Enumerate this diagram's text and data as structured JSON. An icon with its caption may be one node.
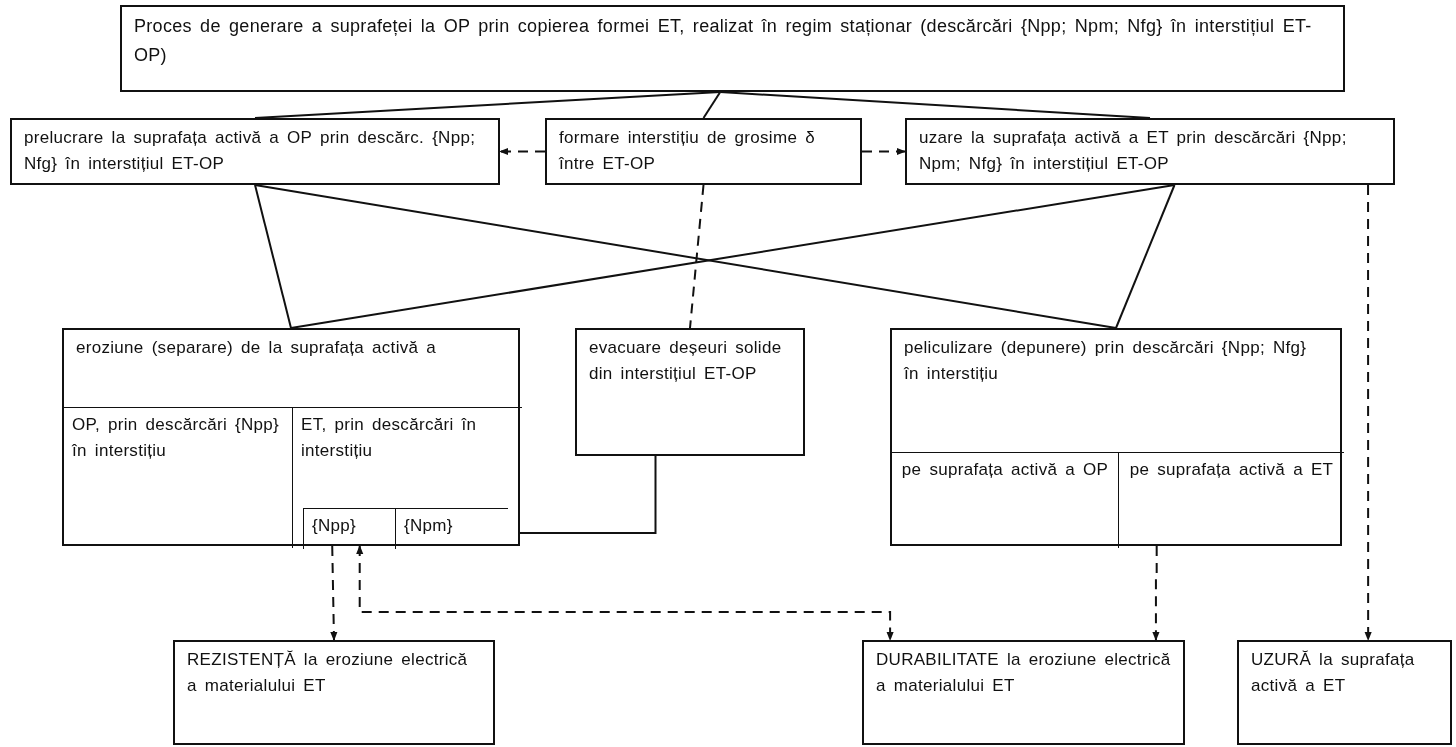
{
  "diagram": {
    "nodes": [
      {
        "text": [
          "Proces de generare a suprafeței la OP prin copierea formei ET, realizat în regim staționar (descărcări {Npp; Npm; Nfg} în interstițiul ET-OP)"
        ]
      },
      {
        "text": [
          "prelucrare la suprafața activă a OP prin descărc. {Npp; Nfg} în interstițiul ET-OP"
        ]
      },
      {
        "text": [
          "formare interstițiu de grosime δ între ET-OP"
        ]
      },
      {
        "text": [
          "uzare la suprafața activă a ET prin descărcări {Npp; Npm; Nfg} în interstițiul ET-OP"
        ]
      },
      {
        "text": [
          "eroziune (separare) de la suprafața activă a"
        ]
      },
      {
        "text": [
          "OP, prin descărcări {Npp} în interstițiu"
        ],
        "in": 4
      },
      {
        "text": [
          "ET, prin descărcări în interstițiu"
        ],
        "in": 4
      },
      {
        "text": [
          "{Npp}"
        ],
        "in": 6
      },
      {
        "text": [
          "{Npm}"
        ],
        "in": 6
      },
      {
        "text": [
          "evacuare deșeuri solide din interstițiul ET-OP"
        ]
      },
      {
        "text": [
          "peliculizare (depunere) prin descărcări {Npp; Nfg} în interstițiu"
        ]
      },
      {
        "text": [
          "pe suprafața activă a OP"
        ],
        "in": 10
      },
      {
        "text": [
          "pe suprafața activă a ET"
        ],
        "in": 10
      },
      {
        "text": [
          "REZISTENȚĂ la eroziune electrică a materialului ET"
        ]
      },
      {
        "text": [
          "DURABILITATE la eroziune electrică a materialului ET"
        ]
      },
      {
        "text": [
          "UZURĂ la suprafața activă a ET"
        ]
      }
    ],
    "edges": [
      {
        "from": 0,
        "to": 1,
        "arrow": "none"
      },
      {
        "from": 0,
        "to": 2,
        "arrow": "none"
      },
      {
        "from": 0,
        "to": 3,
        "arrow": "none"
      },
      {
        "from": 2,
        "to": 1,
        "arrow": "to",
        "style": "dashed"
      },
      {
        "from": 2,
        "to": 3,
        "arrow": "to",
        "style": "dashed"
      },
      {
        "from": 1,
        "to": 4,
        "arrow": "none"
      },
      {
        "from": 1,
        "to": 10,
        "arrow": "none"
      },
      {
        "from": 3,
        "to": 4,
        "arrow": "none"
      },
      {
        "from": 3,
        "to": 10,
        "arrow": "none"
      },
      {
        "from": 2,
        "to": 9,
        "arrow": "none",
        "style": "dashed"
      },
      {
        "from": 9,
        "to": 4,
        "arrow": "none"
      },
      {
        "from": 4,
        "to": 13,
        "arrow": "to",
        "style": "dashed"
      },
      {
        "from": 4,
        "to": 14,
        "arrow": "both",
        "style": "dashed"
      },
      {
        "from": 10,
        "to": 14,
        "arrow": "to",
        "style": "dashed"
      },
      {
        "from": 3,
        "to": 15,
        "arrow": "to",
        "style": "dashed"
      }
    ]
  }
}
